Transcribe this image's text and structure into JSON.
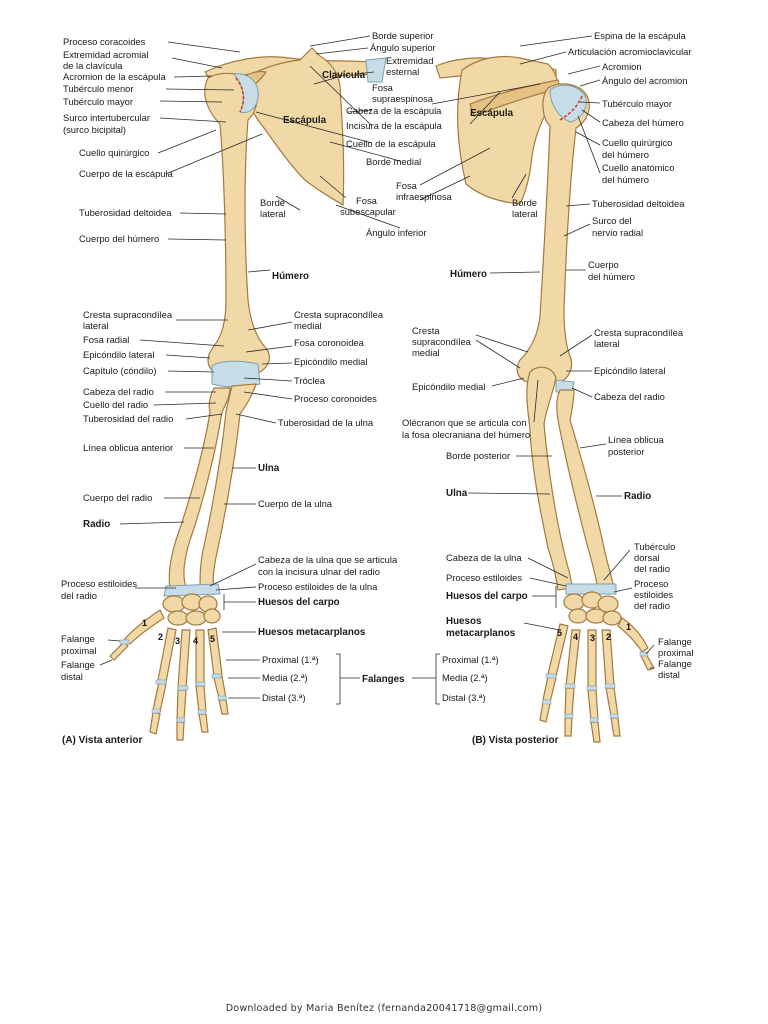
{
  "anterior": {
    "title": "(A) Vista anterior",
    "labels": {
      "proceso_coracoides": "Proceso coracoides",
      "extremidad_acromial": [
        "Extremidad acromial",
        "de la clavícula"
      ],
      "acromion": "Acromion de la escápula",
      "tuberculo_menor": "Tubérculo menor",
      "tuberculo_mayor": "Tubérculo mayor",
      "surco": [
        "Surco intertubercular",
        "(surco bicipital)"
      ],
      "cuello_quirurgico": "Cuello quirúrgico",
      "cuerpo_escapula": "Cuerpo de la escápula",
      "tuberosidad_deltoidea": "Tuberosidad deltoidea",
      "cuerpo_humero": "Cuerpo del húmero",
      "cresta_lateral": [
        "Cresta supracondílea",
        "lateral"
      ],
      "fosa_radial": "Fosa radial",
      "epicondilo_lateral": "Epicóndilo lateral",
      "capitulo": "Capítulo (cóndilo)",
      "cabeza_radio": "Cabeza del radio",
      "cuello_radio": "Cuello del radio",
      "tuberosidad_radio": "Tuberosidad del radio",
      "linea_oblicua": "Línea oblicua anterior",
      "cuerpo_radio": "Cuerpo del radio",
      "radio": "Radio",
      "estiloides_radio": [
        "Proceso estiloides",
        "del radio"
      ],
      "falange_proximal": [
        "Falange",
        "proximal"
      ],
      "falange_distal": [
        "Falange",
        "distal"
      ],
      "borde_superior": "Borde superior",
      "angulo_superior": "Ángulo superior",
      "clavicula": "Clavícula",
      "extremidad_esternal": [
        "Extremidad",
        "esternal"
      ],
      "escapula": "Escápula",
      "borde_lateral": [
        "Borde",
        "lateral"
      ],
      "fosa_subescapular": [
        "Fosa",
        "subescapular"
      ],
      "humero": "Húmero",
      "cresta_medial": [
        "Cresta supracondílea",
        "medial"
      ],
      "fosa_coronoidea": "Fosa coronoidea",
      "epicondilo_medial": "Epicóndilo medial",
      "troclea": "Tróclea",
      "proceso_coronoides": "Proceso coronoides",
      "tuberosidad_ulna": "Tuberosidad de la ulna",
      "ulna": "Ulna",
      "cuerpo_ulna": "Cuerpo de la ulna",
      "cabeza_ulna": [
        "Cabeza de la ulna que se articula",
        "con la incisura ulnar del radio"
      ],
      "estiloides_ulna": "Proceso estiloides de la ulna",
      "carpo": "Huesos del carpo",
      "metacarpianos": "Huesos metacarplanos",
      "proximal": "Proximal (1.ª)",
      "media": "Media (2.ª)",
      "distal": "Distal (3.ª)"
    }
  },
  "center": {
    "fosa_supraespinosa": [
      "Fosa",
      "supraespinosa"
    ],
    "cabeza_escapula": "Cabeza de la escápula",
    "incisura": "Incisura de la escápula",
    "cuello_escapula": "Cuello de la escápula",
    "borde_medial": "Borde medial",
    "fosa_infraespinosa": [
      "Fosa",
      "infraespinosa"
    ],
    "angulo_inferior": "Ángulo inferior",
    "falanges": "Falanges"
  },
  "posterior": {
    "title": "(B) Vista posterior",
    "labels": {
      "espina": "Espina de la escápula",
      "articulacion": "Articulación acromioclavicular",
      "acromion": "Acromion",
      "angulo_acromion": "Ángulo del acromion",
      "tuberculo_mayor": "Tubérculo mayor",
      "cabeza_humero": "Cabeza del húmero",
      "cuello_quirurgico": [
        "Cuello quirúrgico",
        "del húmero"
      ],
      "cuello_anatomico": [
        "Cuello anatómico",
        "del húmero"
      ],
      "tuberosidad_deltoidea": "Tuberosidad deltoidea",
      "surco_radial": [
        "Surco del",
        "nervio radial"
      ],
      "cuerpo_humero": [
        "Cuerpo",
        "del húmero"
      ],
      "escapula": "Escápula",
      "borde_lateral": [
        "Borde",
        "lateral"
      ],
      "humero": "Húmero",
      "cresta_medial": [
        "Cresta",
        "supracondílea",
        "medial"
      ],
      "cresta_lateral": [
        "Cresta supracondílea",
        "lateral"
      ],
      "epicondilo_medial": "Epicóndilo medial",
      "epicondilo_lateral": "Epicóndilo lateral",
      "cabeza_radio": "Cabeza del radio",
      "olecranon": [
        "Olécranon que se articula con",
        "la fosa olecraniana del húmero"
      ],
      "borde_posterior": "Borde posterior",
      "linea_oblicua": [
        "Línea oblicua",
        "posterior"
      ],
      "ulna": "Ulna",
      "radio": "Radio",
      "cabeza_ulna": "Cabeza de la ulna",
      "tuberculo_dorsal": [
        "Tubérculo",
        "dorsal",
        "del radio"
      ],
      "estiloides": "Proceso estiloides",
      "estiloides_radio": [
        "Proceso",
        "estiloides",
        "del radio"
      ],
      "carpo": "Huesos del carpo",
      "metacarpianos": [
        "Huesos",
        "metacarplanos"
      ],
      "falange_proximal": [
        "Falange",
        "proximal"
      ],
      "falange_distal": [
        "Falange",
        "distal"
      ],
      "proximal": "Proximal (1.ª)",
      "media": "Media (2.ª)",
      "distal": "Distal (3.ª)"
    }
  },
  "digits_anterior": [
    "1",
    "2",
    "3",
    "4",
    "5"
  ],
  "digits_posterior": [
    "5",
    "4",
    "3",
    "2",
    "1"
  ],
  "footer": "Downloaded by Maria Benítez (fernanda20041718@gmail.com)",
  "colors": {
    "bone": "#f0d9a6",
    "cartilage": "#c6dde7",
    "articular_line": "#d9392b"
  }
}
